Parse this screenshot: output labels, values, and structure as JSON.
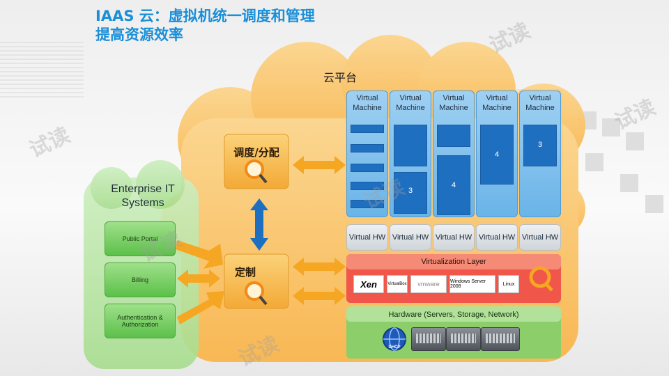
{
  "title": {
    "line1": "IAAS 云：虚拟机统一调度和管理",
    "line2": "提高资源效率"
  },
  "cloud": {
    "label": "云平台"
  },
  "enterprise": {
    "title_line1": "Enterprise IT",
    "title_line2": "Systems",
    "items": [
      {
        "label": "Public Portal"
      },
      {
        "label": "Billing"
      },
      {
        "label": "Authentication & Authorization"
      }
    ]
  },
  "control": {
    "schedule_label": "调度/分配",
    "custom_label": "定制"
  },
  "vms": [
    {
      "label": "Virtual Machine",
      "number": ""
    },
    {
      "label": "Virtual Machine",
      "number": "3"
    },
    {
      "label": "Virtual Machine",
      "number": "4"
    },
    {
      "label": "Virtual Machine",
      "number": "4"
    },
    {
      "label": "Virtual Machine",
      "number": "3"
    }
  ],
  "virtual_hw": [
    {
      "label": "Virtual HW"
    },
    {
      "label": "Virtual HW"
    },
    {
      "label": "Virtual HW"
    },
    {
      "label": "Virtual HW"
    },
    {
      "label": "Virtual HW"
    }
  ],
  "virtualization_layer": {
    "label": "Virtualization Layer",
    "logos": [
      "Xen",
      "VirtualBox",
      "vmware",
      "Windows Server 2008",
      "Linux"
    ]
  },
  "hardware": {
    "label": "Hardware (Servers, Storage, Network)",
    "dhcp_label": "DHCP"
  },
  "watermark": "试读",
  "colors": {
    "title_blue": "#1a8fd8",
    "cloud_orange": "#fbc36a",
    "enterprise_green": "#5cc04a",
    "vm_blue": "#6ab4e8",
    "vm_fill_blue": "#1e6fc0",
    "virt_layer_red": "#f0564a",
    "hardware_green": "#8ccf6a",
    "arrow_orange": "#f5a623",
    "arrow_blue": "#1e6fc0"
  }
}
